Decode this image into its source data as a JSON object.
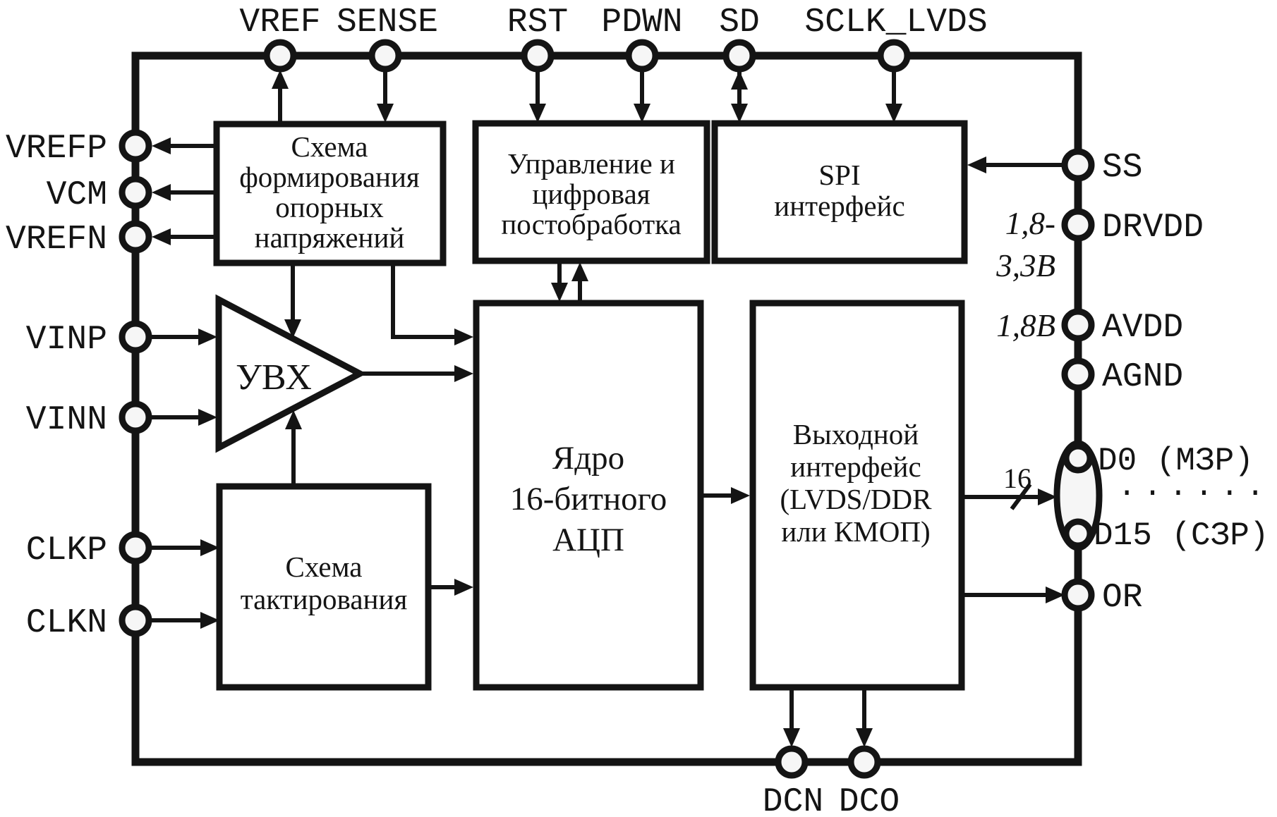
{
  "pins": {
    "top": {
      "vref": "VREF",
      "sense": "SENSE",
      "rst": "RST",
      "pdwn": "PDWN",
      "sd": "SD",
      "sclk_lvds": "SCLK_LVDS"
    },
    "left": {
      "vrefp": "VREFP",
      "vcm": "VCM",
      "vrefn": "VREFN",
      "vinp": "VINP",
      "vinn": "VINN",
      "clkp": "CLKP",
      "clkn": "CLKN"
    },
    "right": {
      "ss": "SS",
      "drvdd": "DRVDD",
      "avdd": "AVDD",
      "agnd": "AGND",
      "d0": "D0 (МЗР)",
      "bus_dots": "......",
      "d15": "D15 (СЗР)",
      "or": "OR"
    },
    "bottom": {
      "dcn": "DCN",
      "dco": "DCO"
    }
  },
  "annotations": {
    "drvdd_voltage_line1": "1,8-",
    "drvdd_voltage_line2": "3,3В",
    "avdd_voltage": "1,8В",
    "bus_width": "16"
  },
  "blocks": {
    "reference": {
      "lines": [
        "Схема",
        "формирования",
        "опорных",
        "напряжений"
      ]
    },
    "control": {
      "lines": [
        "Управление и",
        "цифровая",
        "постобработка"
      ]
    },
    "spi": {
      "lines": [
        "SPI",
        "интерфейс"
      ]
    },
    "adc_core": {
      "lines": [
        "Ядро",
        "16-битного",
        "АЦП"
      ]
    },
    "output_interface": {
      "lines": [
        "Выходной",
        "интерфейс",
        "(LVDS/DDR",
        "или КМОП)"
      ]
    },
    "clocking": {
      "lines": [
        "Схема",
        "тактирования"
      ]
    },
    "sha": {
      "label": "УВХ"
    }
  },
  "colors": {
    "ink": "#141414",
    "paper": "#ffffff",
    "pin_fill": "#f6f6f6"
  }
}
